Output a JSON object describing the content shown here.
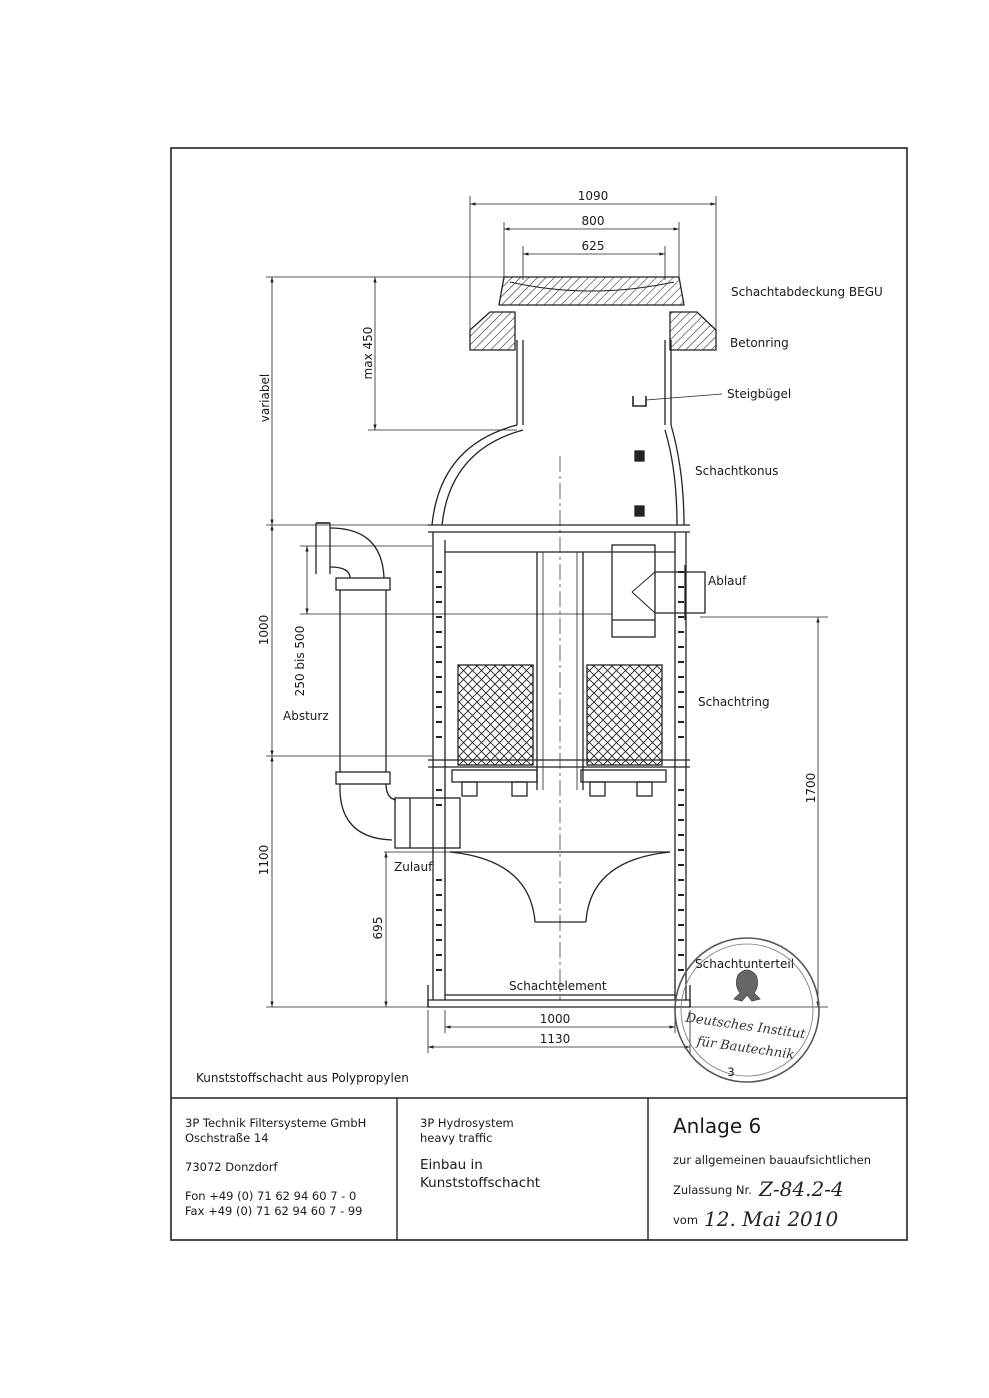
{
  "dimensions": {
    "d_1090": "1090",
    "d_800": "800",
    "d_625": "625",
    "max_450": "max 450",
    "variabel": "variabel",
    "d_1000_vert": "1000",
    "d_250_500": "250 bis 500",
    "d_1100": "1100",
    "d_695": "695",
    "d_1700": "1700",
    "d_1000_horiz": "1000",
    "d_1130": "1130"
  },
  "labels": {
    "cover": "Schachtabdeckung BEGU",
    "concrete_ring": "Betonring",
    "step_iron": "Steigbügel",
    "cone": "Schachtkonus",
    "outlet": "Ablauf",
    "shaft_ring": "Schachtring",
    "drop": "Absturz",
    "inlet": "Zulauf",
    "shaft_element": "Schachtelement",
    "shaft_base": "Schachtunterteil"
  },
  "caption": "Kunststoffschacht aus Polypropylen",
  "title_block": {
    "company_name": "3P Technik Filtersysteme GmbH",
    "company_street": "Oschstraße 14",
    "company_city": "73072 Donzdorf",
    "company_phone": "Fon +49 (0) 71 62 94 60 7 - 0",
    "company_fax": "Fax +49 (0) 71 62 94 60 7 - 99",
    "product_line1": "3P Hydrosystem",
    "product_line2": "heavy traffic",
    "install_line1": "Einbau in",
    "install_line2": "Kunststoffschacht",
    "annex": "Anlage 6",
    "approval_text": "zur allgemeinen bauaufsichtlichen",
    "approval_no_label": "Zulassung Nr.",
    "approval_no": "Z-84.2-4",
    "date_label": "vom",
    "date": "12. Mai 2010"
  },
  "stamp": {
    "line1": "Deutsches Institut",
    "line2": "für Bautechnik",
    "number": "3"
  }
}
